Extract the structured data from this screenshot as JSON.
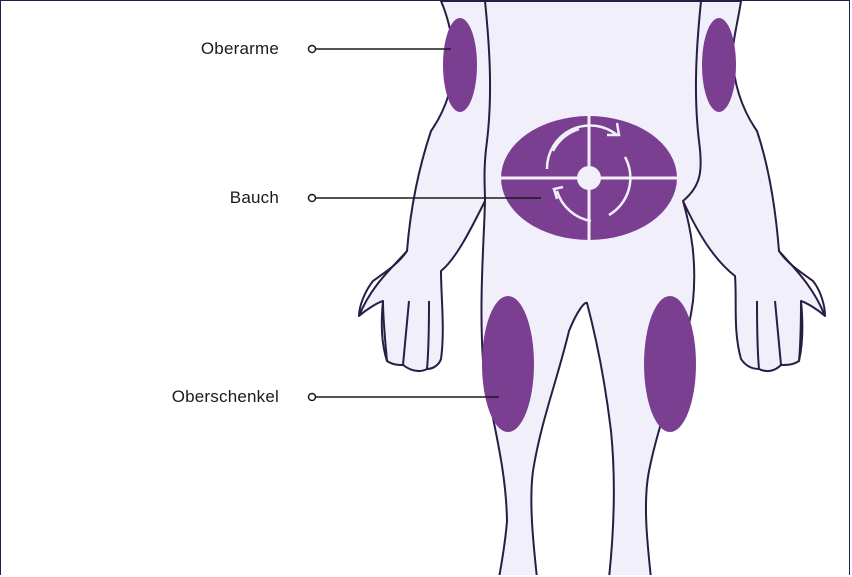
{
  "labels": {
    "upper_arms": "Oberarme",
    "abdomen": "Bauch",
    "thighs": "Oberschenkel"
  },
  "colors": {
    "body_fill": "#f1eff9",
    "outline": "#2a1d45",
    "site_fill": "#7b3f92",
    "leader_line": "#1a1a1a"
  }
}
